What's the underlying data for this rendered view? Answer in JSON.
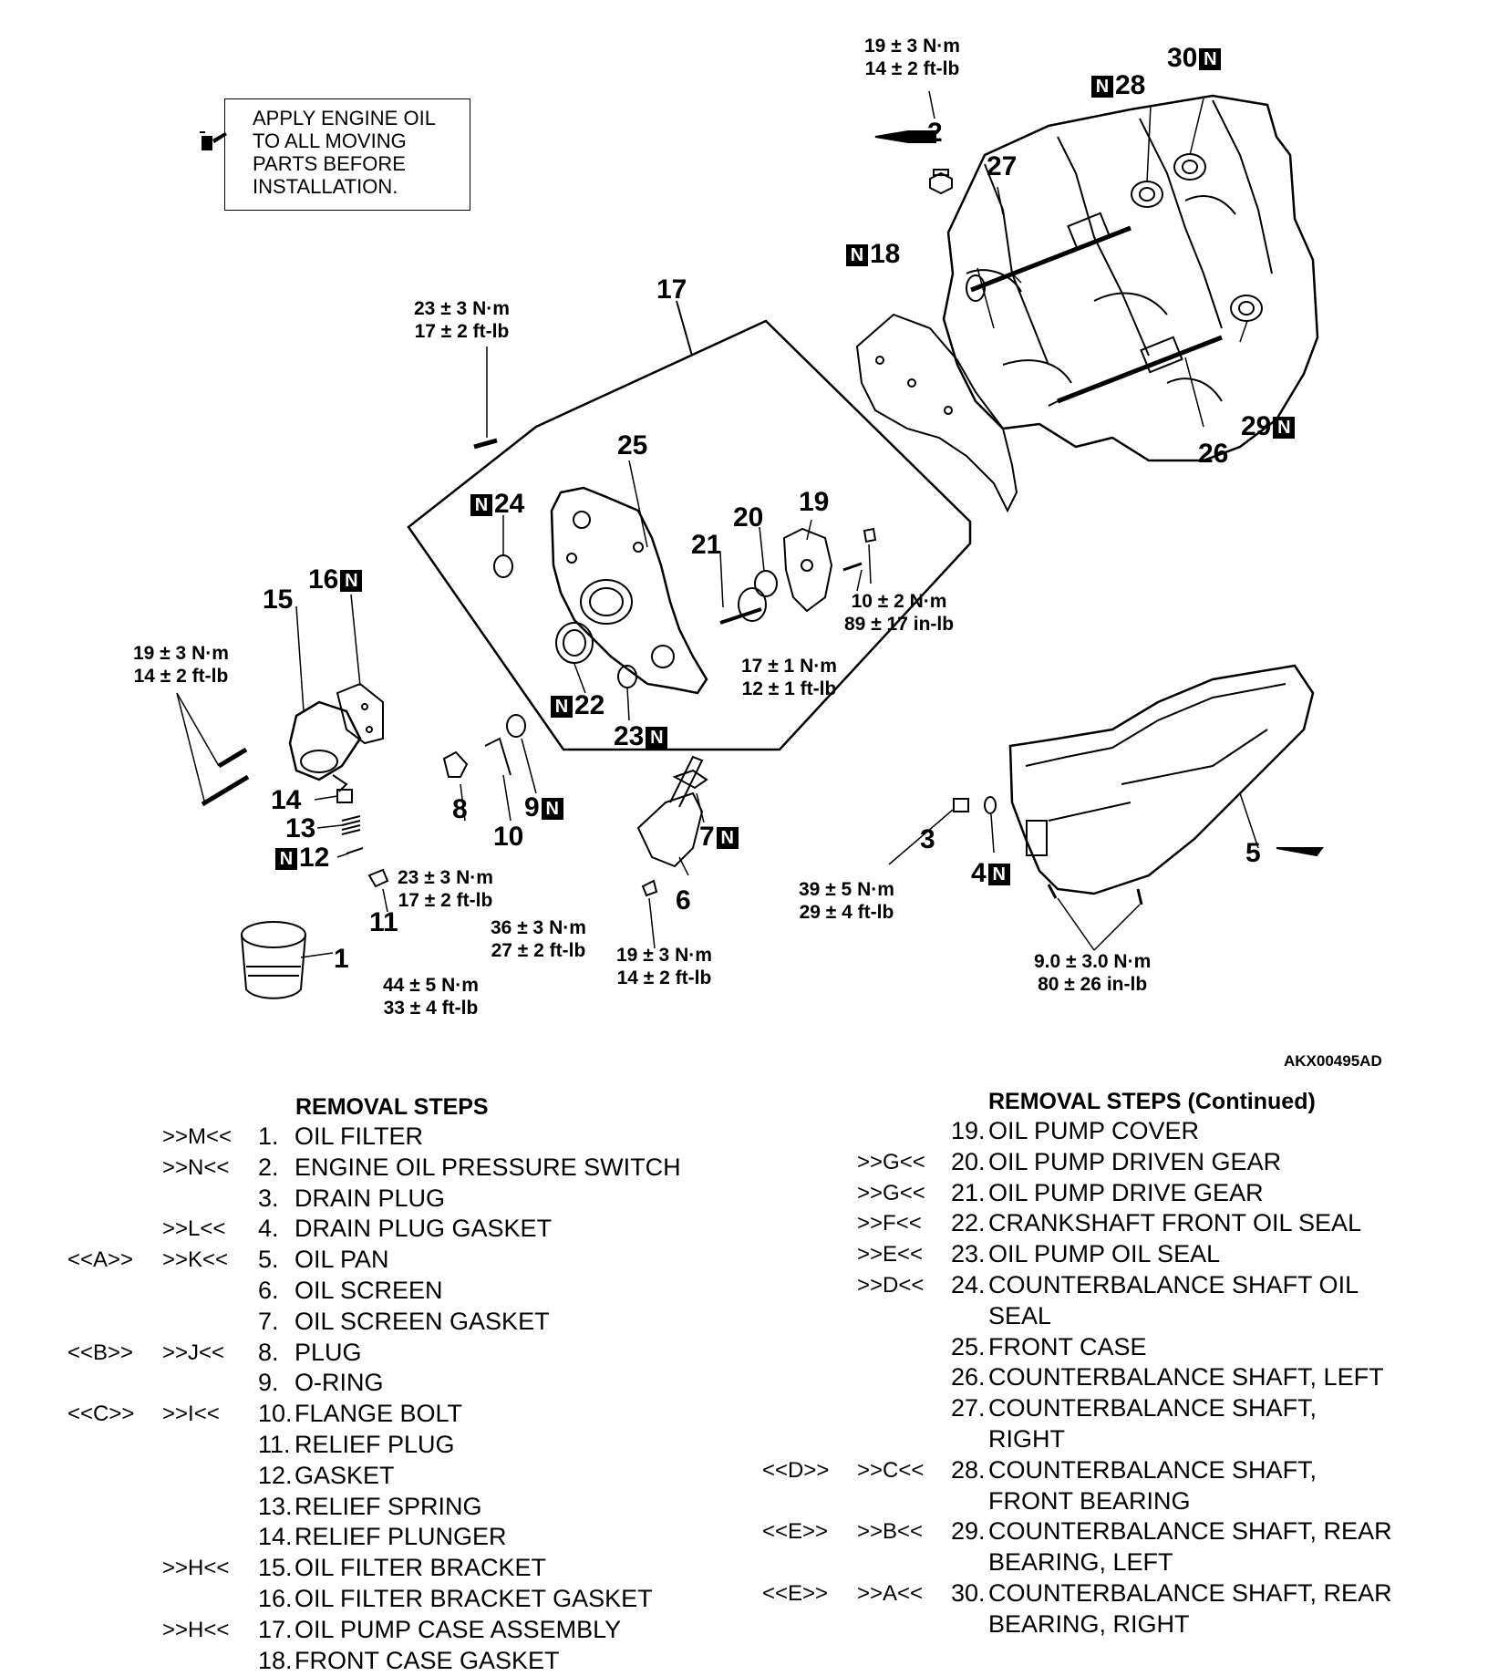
{
  "note": {
    "text": "APPLY ENGINE OIL\nTO ALL MOVING\nPARTS BEFORE\nINSTALLATION."
  },
  "figure_id": "AKX00495AD",
  "new_part_mark": "N",
  "callouts": {
    "c1": "1",
    "c2": "2",
    "c3": "3",
    "c4": "4",
    "c5": "5",
    "c6": "6",
    "c7": "7",
    "c8": "8",
    "c9": "9",
    "c10": "10",
    "c11": "11",
    "c12": "12",
    "c13": "13",
    "c14": "14",
    "c15": "15",
    "c16": "16",
    "c17": "17",
    "c18": "18",
    "c19": "19",
    "c20": "20",
    "c21": "21",
    "c22": "22",
    "c23": "23",
    "c24": "24",
    "c25": "25",
    "c26": "26",
    "c27": "27",
    "c28": "28",
    "c29": "29",
    "c30": "30"
  },
  "torques": {
    "t_switch": {
      "nm": "19 ± 3 N·m",
      "ft": "14 ± 2 ft-lb"
    },
    "t_case_bolt": {
      "nm": "23 ± 3 N·m",
      "ft": "17 ± 2 ft-lb"
    },
    "t_bracket": {
      "nm": "19 ± 3 N·m",
      "ft": "14 ± 2 ft-lb"
    },
    "t_cover_small": {
      "nm": "10 ± 2 N·m",
      "ft": "89 ± 17 in-lb"
    },
    "t_cover_plug": {
      "nm": "17 ± 1 N·m",
      "ft": "12 ± 1 ft-lb"
    },
    "t_plug8": {
      "nm": "23 ± 3 N·m",
      "ft": "17 ± 2 ft-lb"
    },
    "t_flange": {
      "nm": "36 ± 3 N·m",
      "ft": "27 ± 2 ft-lb"
    },
    "t_relief": {
      "nm": "44 ± 5 N·m",
      "ft": "33 ± 4 ft-lb"
    },
    "t_screen": {
      "nm": "19 ± 3 N·m",
      "ft": "14 ± 2 ft-lb"
    },
    "t_drain": {
      "nm": "39 ± 5 N·m",
      "ft": "29 ± 4 ft-lb"
    },
    "t_pan": {
      "nm": "9.0 ± 3.0 N·m",
      "ft": "80 ± 26 in-lb"
    }
  },
  "removal_steps": {
    "title": "REMOVAL STEPS",
    "title_cont": "REMOVAL STEPS (Continued)",
    "left": [
      {
        "a": "",
        "b": ">>M<<",
        "n": "1.",
        "t": "OIL FILTER"
      },
      {
        "a": "",
        "b": ">>N<<",
        "n": "2.",
        "t": "ENGINE OIL PRESSURE SWITCH"
      },
      {
        "a": "",
        "b": "",
        "n": "3.",
        "t": "DRAIN PLUG"
      },
      {
        "a": "",
        "b": ">>L<<",
        "n": "4.",
        "t": "DRAIN PLUG GASKET"
      },
      {
        "a": "<<A>>",
        "b": ">>K<<",
        "n": "5.",
        "t": "OIL PAN"
      },
      {
        "a": "",
        "b": "",
        "n": "6.",
        "t": "OIL SCREEN"
      },
      {
        "a": "",
        "b": "",
        "n": "7.",
        "t": "OIL SCREEN GASKET"
      },
      {
        "a": "<<B>>",
        "b": ">>J<<",
        "n": "8.",
        "t": "PLUG"
      },
      {
        "a": "",
        "b": "",
        "n": "9.",
        "t": "O-RING"
      },
      {
        "a": "<<C>>",
        "b": ">>I<<",
        "n": "10.",
        "t": "FLANGE BOLT"
      },
      {
        "a": "",
        "b": "",
        "n": "11.",
        "t": "RELIEF PLUG"
      },
      {
        "a": "",
        "b": "",
        "n": "12.",
        "t": "GASKET"
      },
      {
        "a": "",
        "b": "",
        "n": "13.",
        "t": "RELIEF SPRING"
      },
      {
        "a": "",
        "b": "",
        "n": "14.",
        "t": "RELIEF PLUNGER"
      },
      {
        "a": "",
        "b": ">>H<<",
        "n": "15.",
        "t": "OIL FILTER BRACKET"
      },
      {
        "a": "",
        "b": "",
        "n": "16.",
        "t": "OIL FILTER BRACKET GASKET"
      },
      {
        "a": "",
        "b": ">>H<<",
        "n": "17.",
        "t": "OIL PUMP CASE ASSEMBLY"
      },
      {
        "a": "",
        "b": "",
        "n": "18.",
        "t": "FRONT CASE GASKET"
      }
    ],
    "right": [
      {
        "a": "",
        "b": "",
        "n": "19.",
        "t": "OIL PUMP COVER"
      },
      {
        "a": "",
        "b": ">>G<<",
        "n": "20.",
        "t": "OIL PUMP DRIVEN GEAR"
      },
      {
        "a": "",
        "b": ">>G<<",
        "n": "21.",
        "t": "OIL PUMP DRIVE GEAR"
      },
      {
        "a": "",
        "b": ">>F<<",
        "n": "22.",
        "t": "CRANKSHAFT FRONT OIL SEAL"
      },
      {
        "a": "",
        "b": ">>E<<",
        "n": "23.",
        "t": "OIL PUMP OIL SEAL"
      },
      {
        "a": "",
        "b": ">>D<<",
        "n": "24.",
        "t": "COUNTERBALANCE SHAFT OIL"
      },
      {
        "a": "",
        "b": "",
        "n": "",
        "t": "SEAL"
      },
      {
        "a": "",
        "b": "",
        "n": "25.",
        "t": "FRONT CASE"
      },
      {
        "a": "",
        "b": "",
        "n": "26.",
        "t": "COUNTERBALANCE SHAFT, LEFT"
      },
      {
        "a": "",
        "b": "",
        "n": "27.",
        "t": "COUNTERBALANCE SHAFT,"
      },
      {
        "a": "",
        "b": "",
        "n": "",
        "t": "RIGHT"
      },
      {
        "a": "<<D>>",
        "b": ">>C<<",
        "n": "28.",
        "t": "COUNTERBALANCE SHAFT,"
      },
      {
        "a": "",
        "b": "",
        "n": "",
        "t": "FRONT BEARING"
      },
      {
        "a": "<<E>>",
        "b": ">>B<<",
        "n": "29.",
        "t": "COUNTERBALANCE SHAFT, REAR"
      },
      {
        "a": "",
        "b": "",
        "n": "",
        "t": "BEARING, LEFT"
      },
      {
        "a": "<<E>>",
        "b": ">>A<<",
        "n": "30.",
        "t": "COUNTERBALANCE SHAFT, REAR"
      },
      {
        "a": "",
        "b": "",
        "n": "",
        "t": "BEARING, RIGHT"
      }
    ]
  }
}
